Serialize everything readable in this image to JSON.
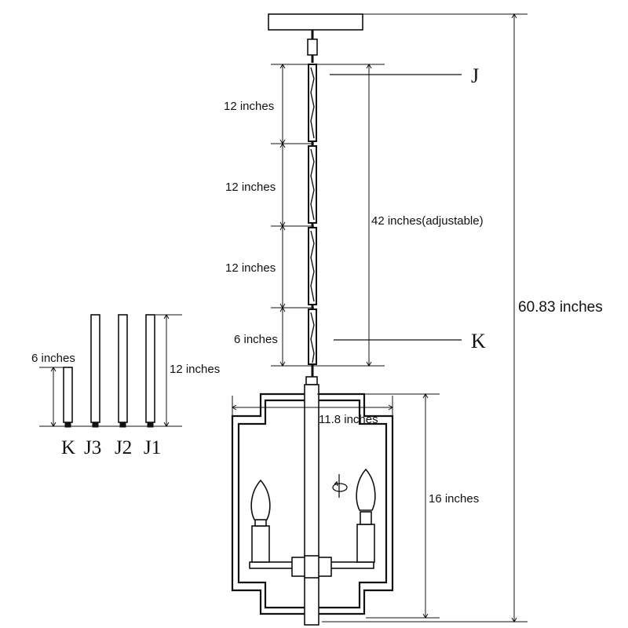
{
  "labels": {
    "seg1": "12 inches",
    "seg2": "12 inches",
    "seg3": "12 inches",
    "seg4": "6 inches",
    "chain_total": "42 inches(adjustable)",
    "overall_height": "60.83 inches",
    "width": "11.8 inches",
    "body_height": "16 inches",
    "rod_short": "6 inches",
    "rod_long": "12 inches"
  },
  "callouts": {
    "top": "J",
    "bottom": "K"
  },
  "rods": [
    "K",
    "J3",
    "J2",
    "J1"
  ]
}
